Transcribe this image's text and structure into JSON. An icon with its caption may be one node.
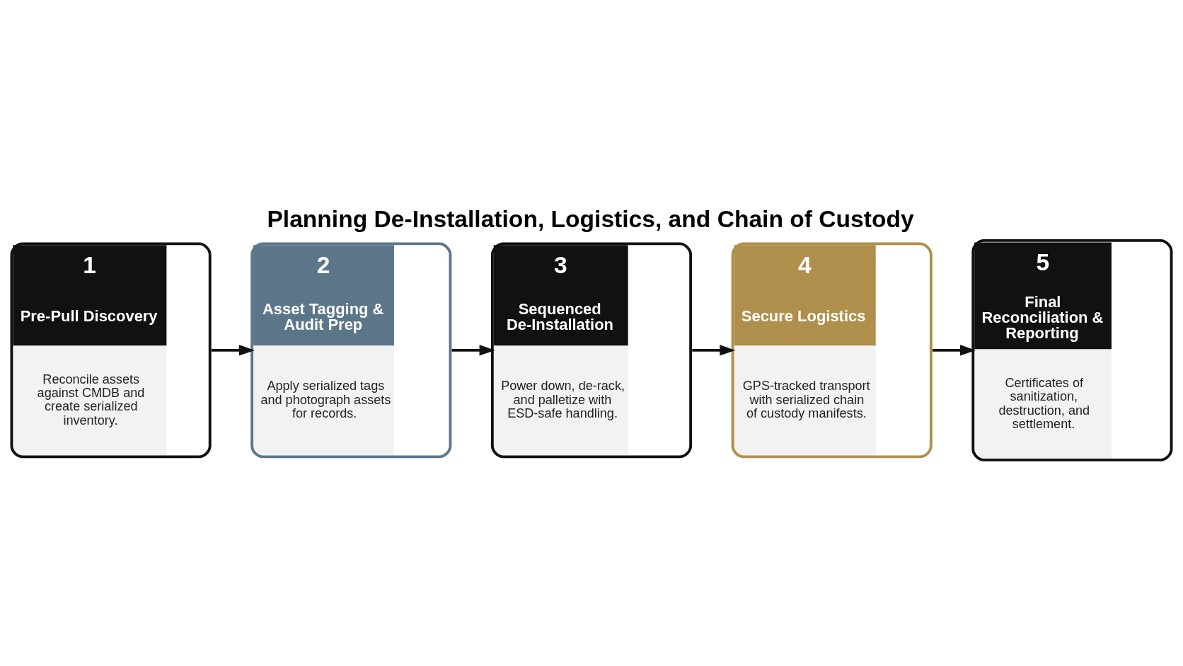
{
  "diagram": {
    "title": "Planning De-Installation, Logistics, and Chain of Custody",
    "nodes": [
      {
        "text": [
          "1",
          "Pre-Pull Discovery",
          "Reconcile assets against CMDB and create serialized inventory."
        ]
      },
      {
        "text": [
          "2",
          "Asset Tagging & Audit Prep",
          "Apply serialized tags and photograph assets for records."
        ]
      },
      {
        "text": [
          "3",
          "Sequenced De-Installation",
          "Power down, de-rack, and palletize with ESD-safe handling."
        ]
      },
      {
        "text": [
          "4",
          "Secure Logistics",
          "GPS-tracked transport with serialized chain of custody manifests."
        ]
      },
      {
        "text": [
          "5",
          "Final Reconciliation & Reporting",
          "Certificates of sanitization, destruction, and settlement."
        ]
      }
    ],
    "edges": [
      {
        "from": 0,
        "to": 1,
        "arrow": "to"
      },
      {
        "from": 1,
        "to": 2,
        "arrow": "to"
      },
      {
        "from": 2,
        "to": 3,
        "arrow": "to"
      },
      {
        "from": 3,
        "to": 4,
        "arrow": "to"
      }
    ]
  }
}
